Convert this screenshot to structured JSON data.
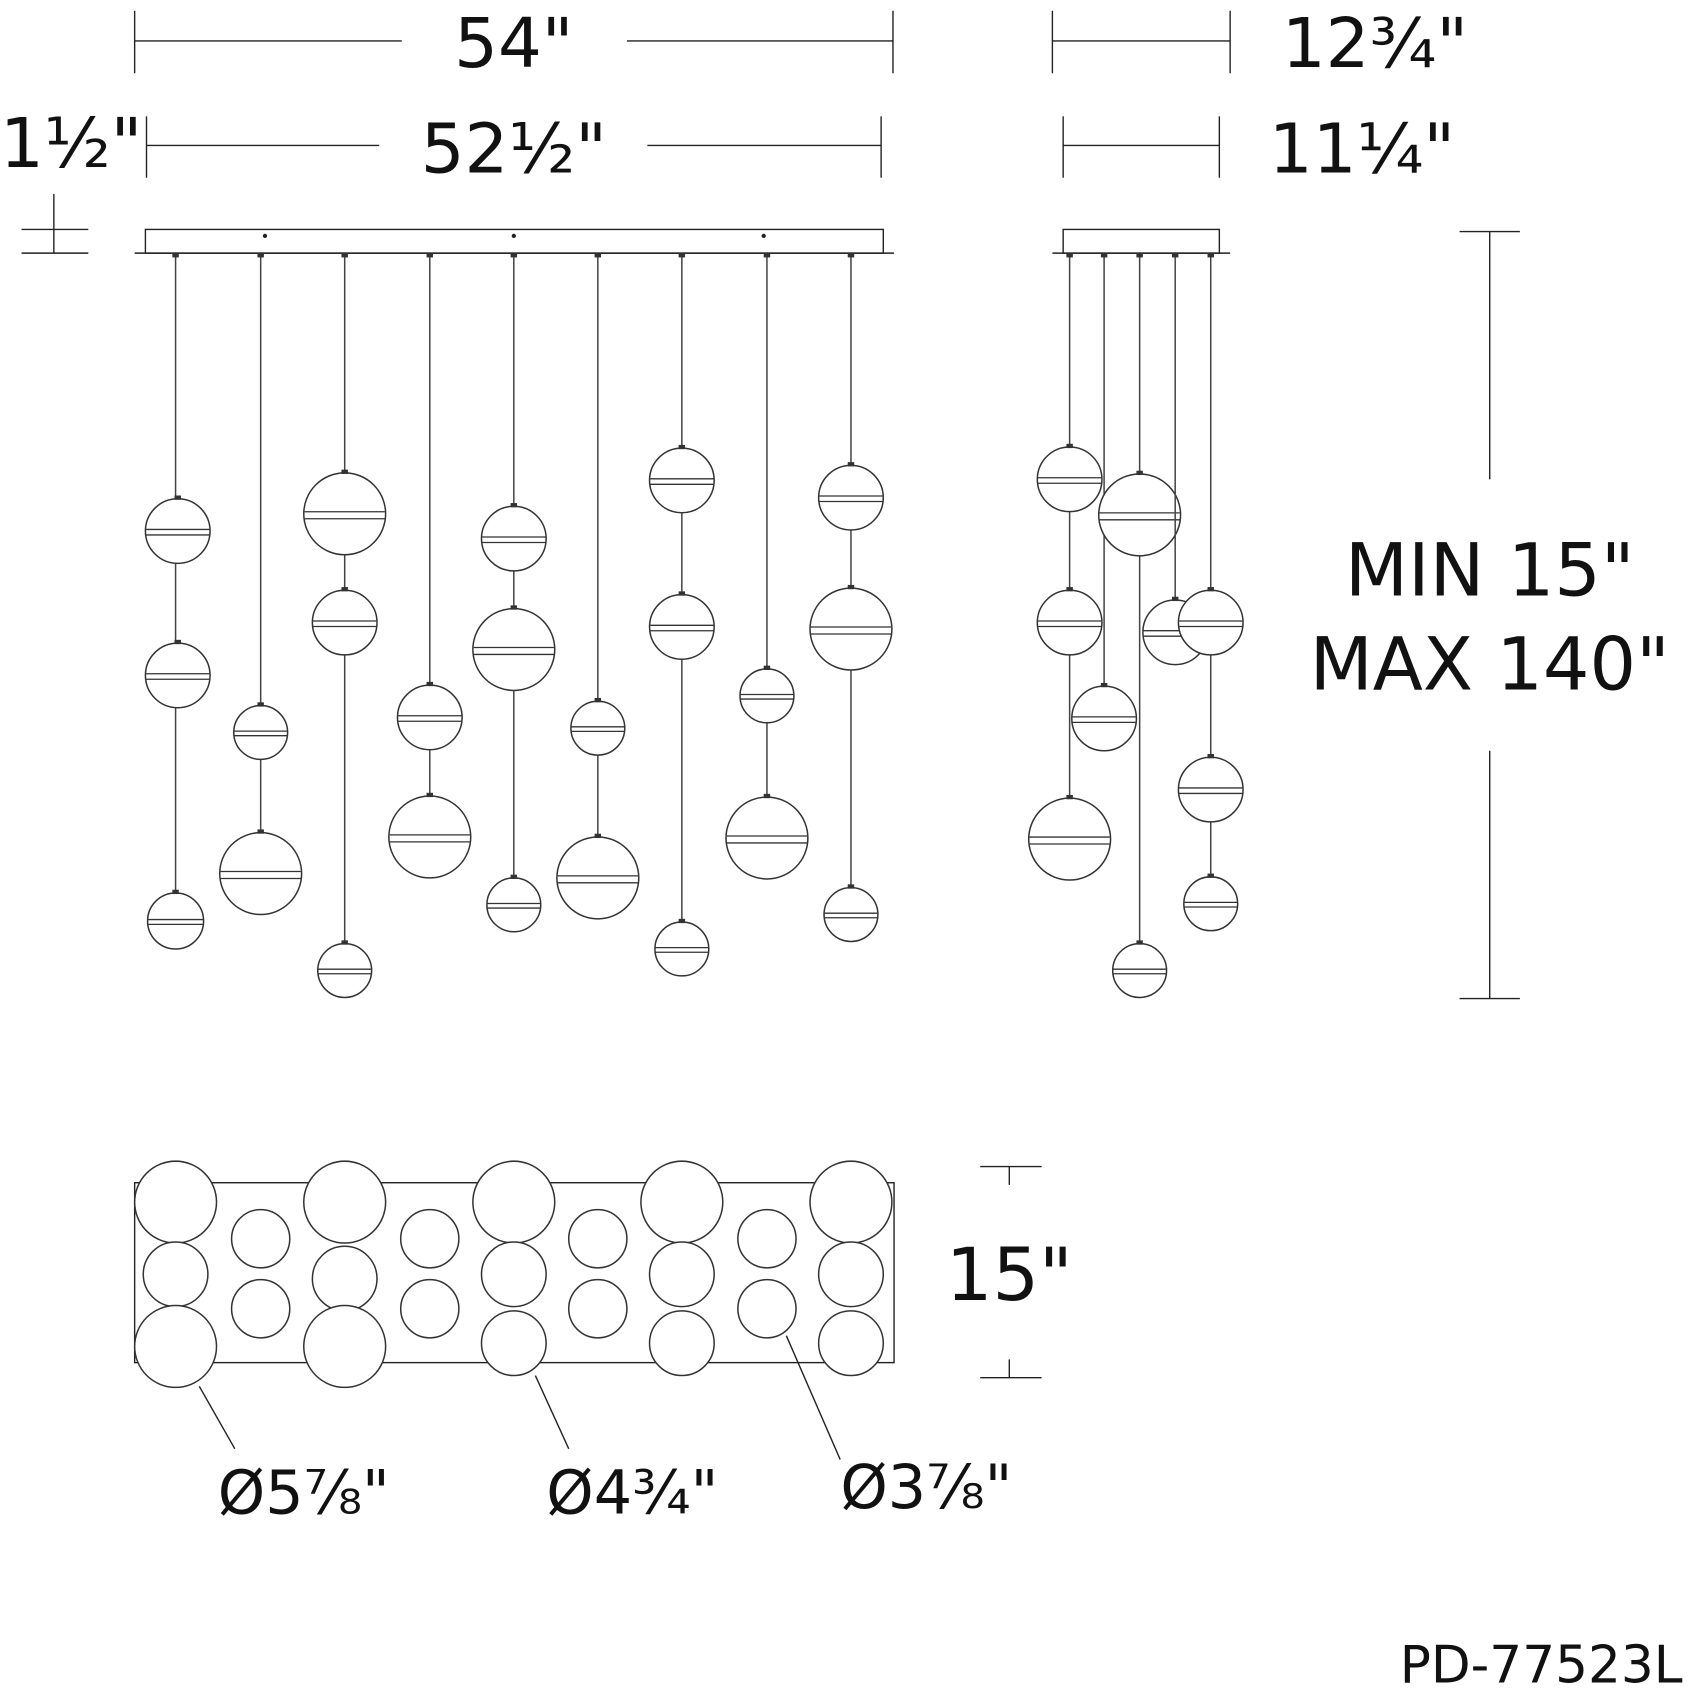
{
  "dimensions": {
    "overall_length": "54\"",
    "canopy_length": "52½\"",
    "overall_width": "12¾\"",
    "canopy_width": "11¼\"",
    "canopy_height": "1½\"",
    "height_min": "MIN 15\"",
    "height_max": "MAX 140\"",
    "bottom_width": "15\""
  },
  "globe_sizes": [
    "Ø5⅞\"",
    "Ø4¾\"",
    "Ø3⅞\""
  ],
  "model_number": "PD-77523L",
  "colors": {
    "line": "#222222",
    "background": "#ffffff"
  }
}
